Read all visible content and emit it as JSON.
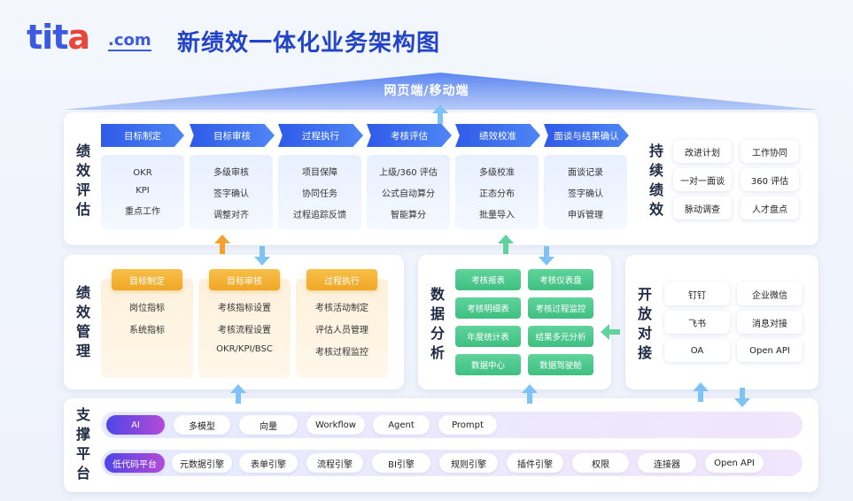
{
  "header": {
    "logo_text": "tita.com",
    "title": "新绩效一体化业务架构图"
  },
  "roof": {
    "label": "网页端/移动端"
  },
  "evaluation": {
    "title_chars": [
      "绩",
      "效",
      "评",
      "估"
    ],
    "steps": [
      {
        "label": "目标制定",
        "items": [
          "OKR",
          "KPI",
          "重点工作"
        ]
      },
      {
        "label": "目标审核",
        "items": [
          "多级审核",
          "签字确认",
          "调整对齐"
        ]
      },
      {
        "label": "过程执行",
        "items": [
          "项目保障",
          "协同任务",
          "过程追踪反馈"
        ]
      },
      {
        "label": "考核评估",
        "items": [
          "上级/360 评估",
          "公式自动算分",
          "智能算分"
        ]
      },
      {
        "label": "绩效校准",
        "items": [
          "多级校准",
          "正态分布",
          "批量导入"
        ]
      },
      {
        "label": "面谈与结果确认",
        "items": [
          "面谈记录",
          "签字确认",
          "申诉管理"
        ]
      }
    ]
  },
  "continuous": {
    "title_chars": [
      "持",
      "续",
      "绩",
      "效"
    ],
    "items": [
      "改进计划",
      "工作协同",
      "一对一面谈",
      "360 评估",
      "脉动调查",
      "人才盘点"
    ]
  },
  "management": {
    "title_chars": [
      "绩",
      "效",
      "管",
      "理"
    ],
    "columns": [
      {
        "label": "目标制定",
        "items": [
          "岗位指标",
          "系统指标"
        ]
      },
      {
        "label": "目标审核",
        "items": [
          "考核指标设置",
          "考核流程设置",
          "OKR/KPI/BSC"
        ]
      },
      {
        "label": "过程执行",
        "items": [
          "考核活动制定",
          "评估人员管理",
          "考核过程监控"
        ]
      }
    ]
  },
  "analysis": {
    "title_chars": [
      "数",
      "据",
      "分",
      "析"
    ],
    "items": [
      "考核报表",
      "考核仪表盘",
      "考核明细表",
      "考核过程监控",
      "年度统计表",
      "结果多元分析",
      "数据中心",
      "数据驾驶舱"
    ]
  },
  "open": {
    "title_chars": [
      "开",
      "放",
      "对",
      "接"
    ],
    "items": [
      "钉钉",
      "企业微信",
      "飞书",
      "消息对接",
      "OA",
      "Open API"
    ]
  },
  "support": {
    "title_chars": [
      "支",
      "撑",
      "平",
      "台"
    ],
    "row1": [
      "AI",
      "多模型",
      "向量",
      "Workflow",
      "Agent",
      "Prompt"
    ],
    "row2": [
      "低代码平台",
      "元数据引擎",
      "表单引擎",
      "流程引擎",
      "BI引擎",
      "规则引擎",
      "插件引擎",
      "权限",
      "连接器",
      "Open API"
    ]
  },
  "colors": {
    "primary": "#2f5ae8",
    "orange": "#f0a624",
    "green": "#3fbf83",
    "ai_gradient_start": "#4f46e5",
    "ai_gradient_end": "#b44ad8"
  }
}
